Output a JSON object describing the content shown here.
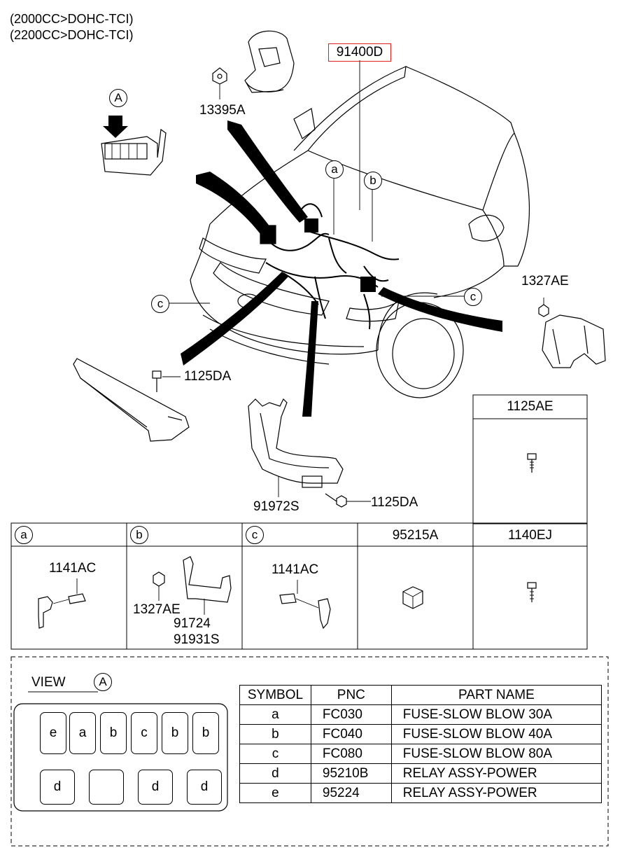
{
  "header": {
    "line1": "(2000CC>DOHC-TCI)",
    "line2": "(2200CC>DOHC-TCI)"
  },
  "callouts": {
    "main_harness": "91400D",
    "bracket_top": "13395A",
    "nut_right": "1327AE",
    "bolt_left": "1125DA",
    "bracket_bottom": "91972S",
    "bolt_bottom": "1125DA",
    "view_marker": "A",
    "ref_a": "a",
    "ref_b": "b",
    "ref_c_left": "c",
    "ref_c_right": "c"
  },
  "detail_grid": {
    "top_right_header": "1125AE",
    "headers": [
      {
        "circle": "a",
        "text": ""
      },
      {
        "circle": "b",
        "text": ""
      },
      {
        "circle": "c",
        "text": ""
      },
      {
        "circle": "",
        "text": "95215A"
      },
      {
        "circle": "",
        "text": "1140EJ"
      }
    ],
    "cell_a_label": "1141AC",
    "cell_b_label1": "1327AE",
    "cell_b_label2": "91724",
    "cell_b_label3": "91931S",
    "cell_c_label": "1141AC"
  },
  "view": {
    "title": "VIEW",
    "marker": "A",
    "fuse_row": [
      "e",
      "a",
      "b",
      "c",
      "b",
      "b"
    ],
    "relay_row": [
      "d",
      "",
      "d",
      "d"
    ]
  },
  "parts_table": {
    "headers": [
      "SYMBOL",
      "PNC",
      "PART NAME"
    ],
    "rows": [
      {
        "symbol": "a",
        "pnc": "FC030",
        "name": "FUSE-SLOW BLOW 30A"
      },
      {
        "symbol": "b",
        "pnc": "FC040",
        "name": "FUSE-SLOW BLOW 40A"
      },
      {
        "symbol": "c",
        "pnc": "FC080",
        "name": "FUSE-SLOW BLOW 80A"
      },
      {
        "symbol": "d",
        "pnc": "95210B",
        "name": "RELAY ASSY-POWER"
      },
      {
        "symbol": "e",
        "pnc": "95224",
        "name": "RELAY ASSY-POWER"
      }
    ]
  }
}
